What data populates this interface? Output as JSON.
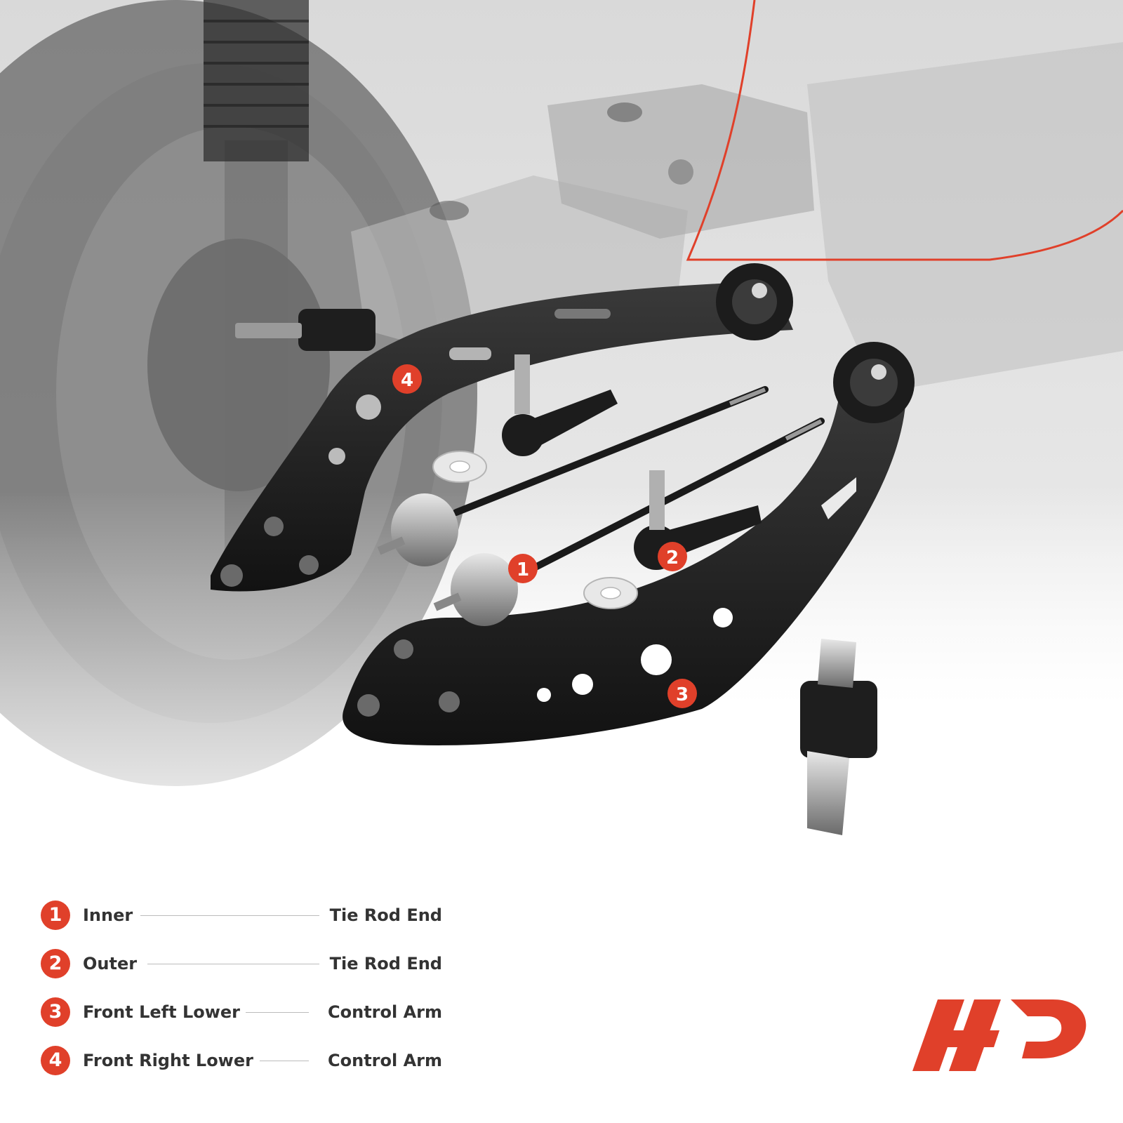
{
  "brand": {
    "logo": "a-premium-logo",
    "accent_color": "#e0402a"
  },
  "callouts": [
    {
      "number": "1",
      "part": "inner-tie-rod-end"
    },
    {
      "number": "2",
      "part": "outer-tie-rod-end"
    },
    {
      "number": "3",
      "part": "front-left-lower-control-arm"
    },
    {
      "number": "4",
      "part": "front-right-lower-control-arm"
    }
  ],
  "legend": [
    {
      "number": "1",
      "left": "Inner",
      "right": "Tie Rod End"
    },
    {
      "number": "2",
      "left": "Outer",
      "right": "Tie Rod End"
    },
    {
      "number": "3",
      "left": "Front Left Lower",
      "right": "Control Arm"
    },
    {
      "number": "4",
      "left": "Front Right Lower",
      "right": "Control Arm"
    }
  ]
}
